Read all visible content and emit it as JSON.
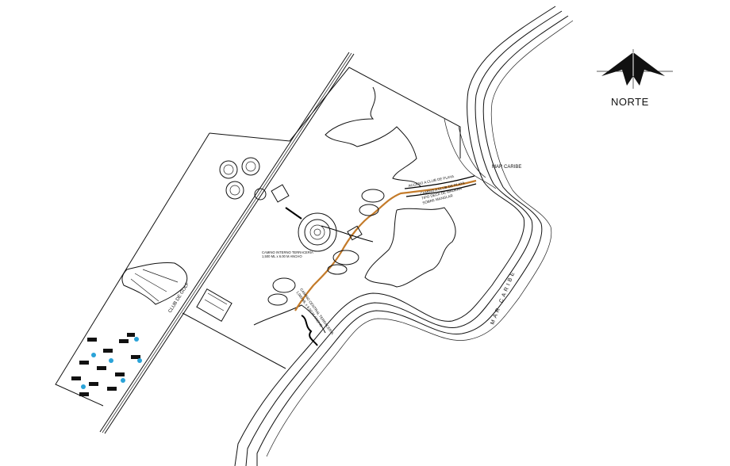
{
  "north": {
    "label": "NORTE",
    "icon": "north-arrow-icon"
  },
  "labels": {
    "sea_top": "MAR CARIBE",
    "sea_side": "MAR CARIBE",
    "golf_club": "CLUB DE GOLF",
    "beach_road": "CAMINO A CLUB DE PLAYA\nTIPO DECK DE MADERA\nSOBRE MANGLAR",
    "access_road": "ACCESO A CLUB DE PLAYA",
    "internal_road": "CAMINO INTERNO TERRACERIA\n1,500 ML x 6.00 M ANCHO",
    "central_road": "CAMINO CENTRAL TERRACERIA\n1,000 ML x 6.00 M ANCHO"
  },
  "colors": {
    "road": "#c47b2a",
    "water": "#2aa3d8",
    "ink": "#111111"
  }
}
